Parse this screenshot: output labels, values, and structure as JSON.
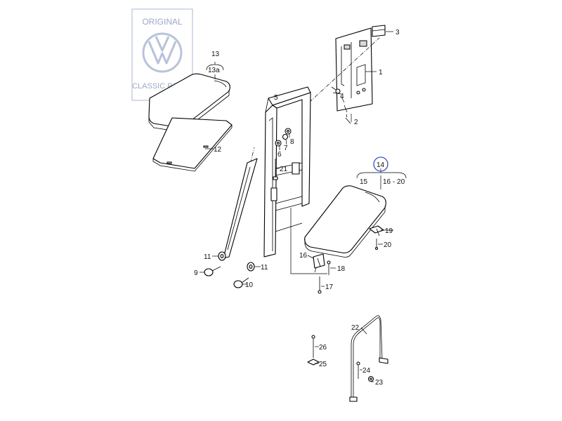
{
  "watermark": {
    "line1": "ORIGINAL",
    "line2": "CLASSIC PARTS",
    "color": "#9aa8c8"
  },
  "highlight_color": "#3a4fc4",
  "labels": {
    "p1": "1",
    "p2": "2",
    "p3": "3",
    "p4": "4",
    "p5": "5",
    "p6": "6",
    "p7": "7",
    "p8": "8",
    "p9": "9",
    "p10": "10",
    "p11a": "11",
    "p11b": "11",
    "p12": "12",
    "p13": "13",
    "p13a": "13a",
    "p14": "14",
    "p15": "15",
    "p16": "16",
    "p16_20": "16 - 20",
    "p17": "17",
    "p18": "18",
    "p19": "19",
    "p20": "20",
    "p21": "21",
    "p22": "22",
    "p23": "23",
    "p24": "24",
    "p25": "25",
    "p26": "26"
  }
}
